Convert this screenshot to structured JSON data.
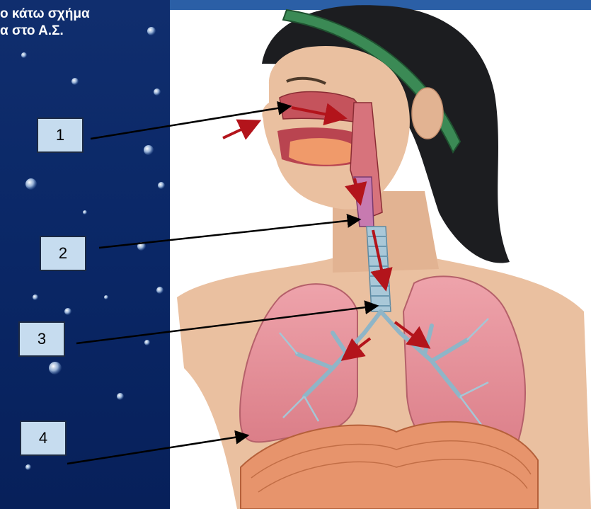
{
  "caption": {
    "line1": "ο κάτω σχήμα",
    "line2": "α στο Α.Σ."
  },
  "labels": [
    "1",
    "2",
    "3",
    "4"
  ],
  "colors": {
    "background": "#0b2a66",
    "label_fill": "#c6dcef",
    "airflow_arrow": "#b3141b",
    "pointer_line": "#000000",
    "lung": "#e8909a",
    "skin": "#eac0a0"
  }
}
